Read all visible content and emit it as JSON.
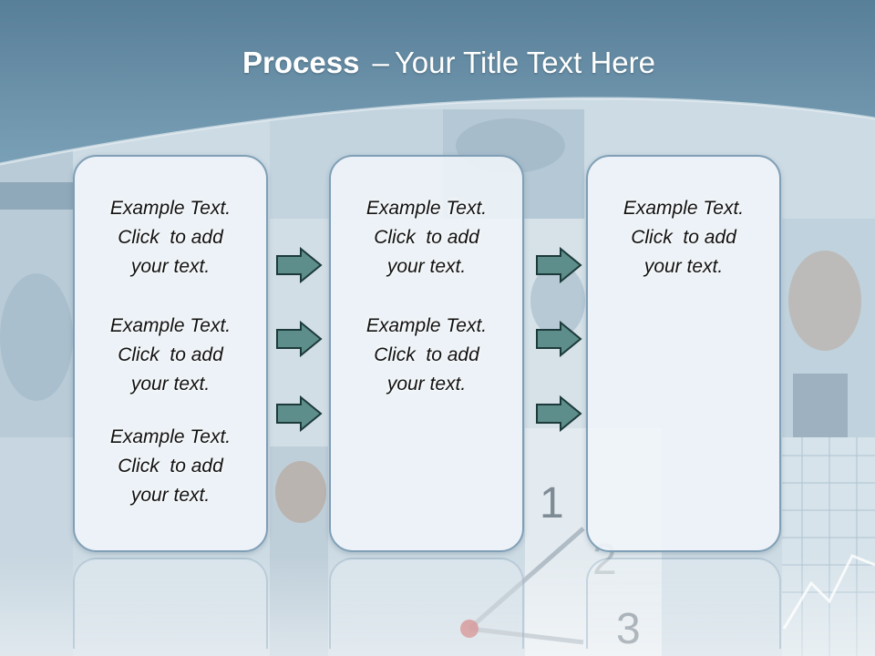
{
  "title": {
    "bold": "Process",
    "separator": "–",
    "rest": "Your Title Text Here"
  },
  "columns": [
    {
      "texts": [
        "Example Text.\nClick  to add\nyour text.",
        "Example Text.\nClick  to add\nyour text.",
        "Example Text.\nClick  to add\nyour text."
      ]
    },
    {
      "texts": [
        "Example Text.\nClick  to add\nyour text.",
        "Example Text.\nClick  to add\nyour text."
      ]
    },
    {
      "texts": [
        "Example Text.\nClick  to add\nyour text."
      ]
    }
  ],
  "background_text": {
    "clock_numeral_1": "1",
    "clock_numeral_2": "2",
    "clock_numeral_3": "3"
  },
  "colors": {
    "header_band": "#5e879f",
    "arrow_fill": "#5e8e8b",
    "arrow_stroke": "#1d3a3a",
    "box_border": "#7f9fb6"
  },
  "icons": {
    "arrow": "right-arrow-icon"
  }
}
